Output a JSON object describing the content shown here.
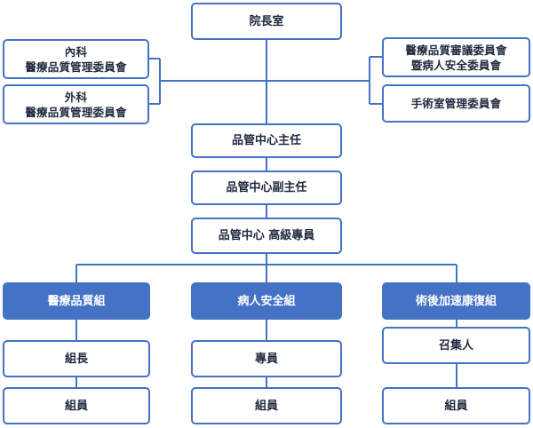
{
  "colors": {
    "accent": "#4472C4",
    "line": "#4472C4",
    "text": "#1f2a3d",
    "filled_text": "#ffffff"
  },
  "nodes": {
    "president": "院長室",
    "internal_committee": {
      "line1": "內科",
      "line2": "醫療品質管理委員會"
    },
    "surgical_committee": {
      "line1": "外科",
      "line2": "醫療品質管理委員會"
    },
    "quality_review_committee": {
      "line1": "醫療品質審議委員會",
      "line2": "暨病人安全委員會"
    },
    "surgery_room_committee": "手術室管理委員會",
    "qc_director": "品管中心主任",
    "qc_deputy_director": "品管中心副主任",
    "qc_senior_staff": "品管中心 高級專員",
    "medical_quality_group": {
      "title": "醫療品質組",
      "member1": "組長",
      "member2": "組員"
    },
    "patient_safety_group": {
      "title": "病人安全組",
      "member1": "專員",
      "member2": "組員"
    },
    "rehab_group": {
      "title": "術後加速康復組",
      "member1": "召集人",
      "member2": "組員"
    }
  }
}
